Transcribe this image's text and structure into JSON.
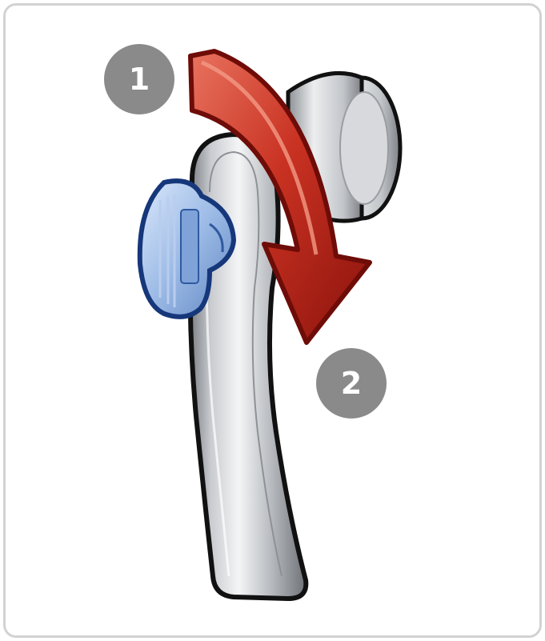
{
  "diagram": {
    "steps": [
      {
        "label": "1"
      },
      {
        "label": "2"
      }
    ],
    "key_label": "",
    "colors": {
      "frame_border": "#d2d2d2",
      "badge_fill": "#8a8a8a",
      "badge_text": "#ffffff",
      "arrow_red": "#b01e16",
      "key_blue": "#1e4f9a",
      "handle_metal": "#b9bcc0"
    },
    "icons": [
      "rotation-arrow",
      "window-handle",
      "lock-key"
    ]
  }
}
